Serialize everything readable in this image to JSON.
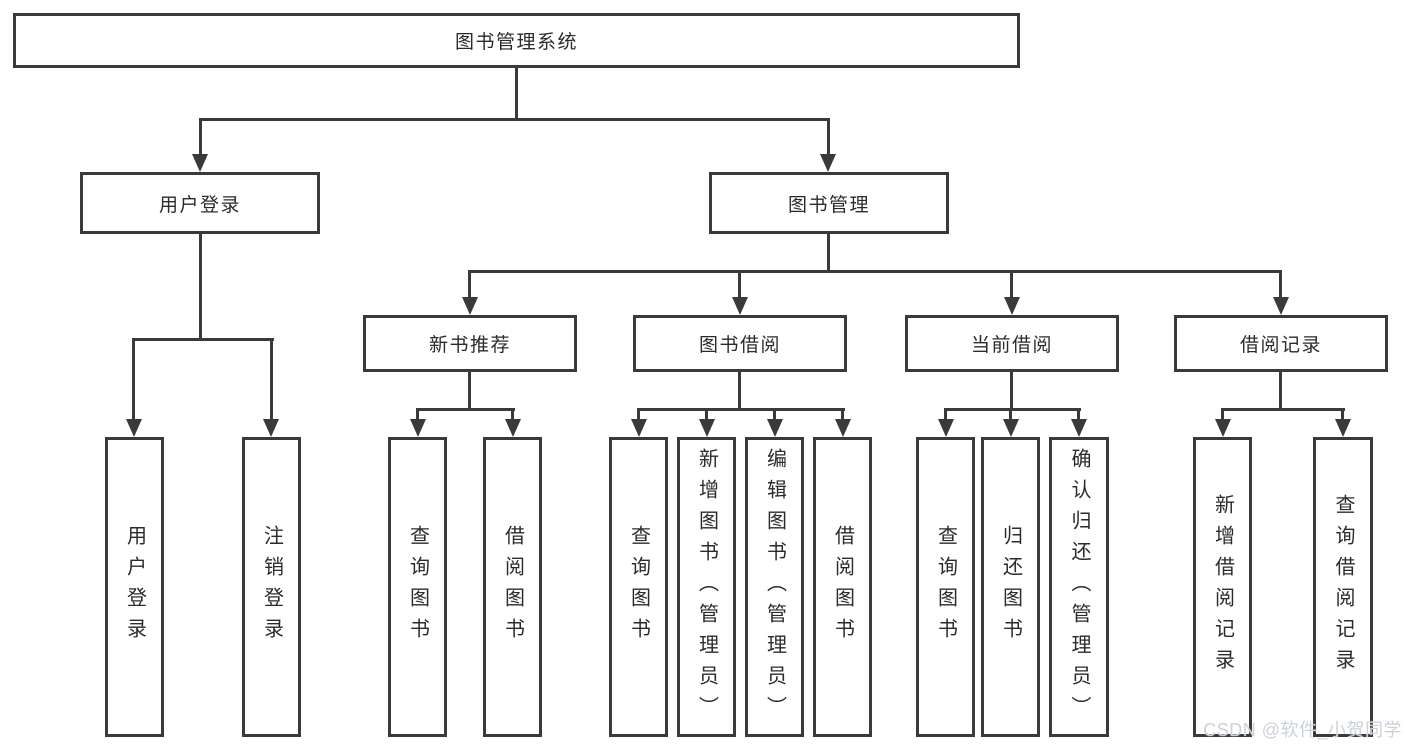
{
  "diagram": {
    "root": "图书管理系统",
    "level2": [
      "用户登录",
      "图书管理"
    ],
    "level3": [
      "新书推荐",
      "图书借阅",
      "当前借阅",
      "借阅记录"
    ],
    "leaves": {
      "user_login": [
        "用户登录",
        "注销登录"
      ],
      "new_books": [
        "查询图书",
        "借阅图书"
      ],
      "book_borrow": [
        "查询图书",
        "新增图书（管理员）",
        "编辑图书（管理员）",
        "借阅图书"
      ],
      "current_borrow": [
        "查询图书",
        "归还图书",
        "确认归还（管理员）"
      ],
      "borrow_records": [
        "新增借阅记录",
        "查询借阅记录"
      ]
    }
  },
  "watermark": "CSDN @软件_小贺同学",
  "colors": {
    "line": "#3a3a3a",
    "text": "#2b2b2b",
    "background": "#ffffff",
    "watermark": "#ccd1d6"
  }
}
